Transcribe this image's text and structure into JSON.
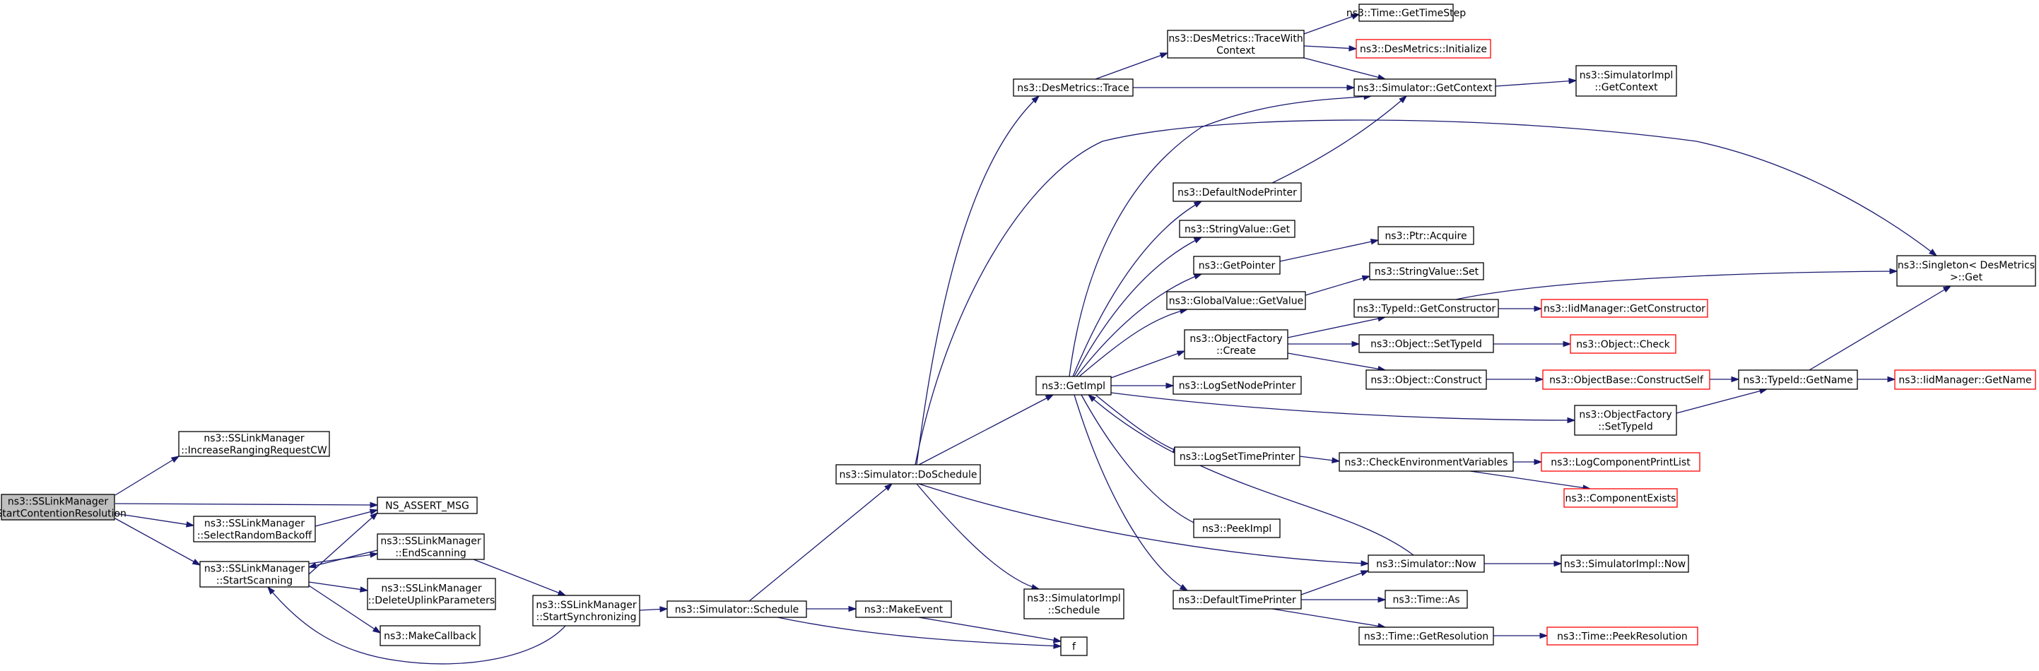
{
  "colors": {
    "edge": "#191970",
    "node_border": "#000000",
    "truncated_border": "#ff0000",
    "root_fill": "#bfbfbf",
    "background": "#ffffff"
  },
  "nodes": [
    {
      "id": "root",
      "lines": [
        "ns3::SSLinkManager",
        "::StartContentionResolution"
      ]
    },
    {
      "id": "incRanging",
      "lines": [
        "ns3::SSLinkManager",
        "::IncreaseRangingRequestCW"
      ]
    },
    {
      "id": "assert",
      "lines": [
        "NS_ASSERT_MSG"
      ]
    },
    {
      "id": "selectBackoff",
      "lines": [
        "ns3::SSLinkManager",
        "::SelectRandomBackoff"
      ]
    },
    {
      "id": "endScanning",
      "lines": [
        "ns3::SSLinkManager",
        "::EndScanning"
      ]
    },
    {
      "id": "startScanning",
      "lines": [
        "ns3::SSLinkManager",
        "::StartScanning"
      ]
    },
    {
      "id": "deleteUplink",
      "lines": [
        "ns3::SSLinkManager",
        "::DeleteUplinkParameters"
      ]
    },
    {
      "id": "makeCallback",
      "lines": [
        "ns3::MakeCallback"
      ]
    },
    {
      "id": "startSync",
      "lines": [
        "ns3::SSLinkManager",
        "::StartSynchronizing"
      ]
    },
    {
      "id": "schedule",
      "lines": [
        "ns3::Simulator::Schedule"
      ]
    },
    {
      "id": "makeEvent",
      "lines": [
        "ns3::MakeEvent"
      ]
    },
    {
      "id": "f",
      "lines": [
        "f"
      ]
    },
    {
      "id": "doSchedule",
      "lines": [
        "ns3::Simulator::DoSchedule"
      ]
    },
    {
      "id": "implSchedule",
      "lines": [
        "ns3::SimulatorImpl",
        "::Schedule"
      ]
    },
    {
      "id": "desTrace",
      "lines": [
        "ns3::DesMetrics::Trace"
      ]
    },
    {
      "id": "getImpl",
      "lines": [
        "ns3::GetImpl"
      ]
    },
    {
      "id": "traceWithCtx",
      "lines": [
        "ns3::DesMetrics::TraceWith",
        "Context"
      ]
    },
    {
      "id": "getTimeStep",
      "lines": [
        "ns3::Time::GetTimeStep"
      ]
    },
    {
      "id": "desInit",
      "lines": [
        "ns3::DesMetrics::Initialize"
      ],
      "truncated": true
    },
    {
      "id": "getContext",
      "lines": [
        "ns3::Simulator::GetContext"
      ]
    },
    {
      "id": "implGetContext",
      "lines": [
        "ns3::SimulatorImpl",
        "::GetContext"
      ]
    },
    {
      "id": "singletonGet",
      "lines": [
        "ns3::Singleton< DesMetrics",
        " >::Get"
      ]
    },
    {
      "id": "defNodePrinter",
      "lines": [
        "ns3::DefaultNodePrinter"
      ]
    },
    {
      "id": "strValGet",
      "lines": [
        "ns3::StringValue::Get"
      ]
    },
    {
      "id": "getPointer",
      "lines": [
        "ns3::GetPointer"
      ]
    },
    {
      "id": "ptrAcquire",
      "lines": [
        "ns3::Ptr::Acquire"
      ]
    },
    {
      "id": "globalGetValue",
      "lines": [
        "ns3::GlobalValue::GetValue"
      ]
    },
    {
      "id": "strValSet",
      "lines": [
        "ns3::StringValue::Set"
      ]
    },
    {
      "id": "typeIdGetCtor",
      "lines": [
        "ns3::TypeId::GetConstructor"
      ]
    },
    {
      "id": "iidGetCtor",
      "lines": [
        "ns3::IidManager::GetConstructor"
      ],
      "truncated": true
    },
    {
      "id": "objFactoryCreate",
      "lines": [
        "ns3::ObjectFactory",
        "::Create"
      ]
    },
    {
      "id": "objSetTypeId",
      "lines": [
        "ns3::Object::SetTypeId"
      ]
    },
    {
      "id": "objCheck",
      "lines": [
        "ns3::Object::Check"
      ],
      "truncated": true
    },
    {
      "id": "objConstruct",
      "lines": [
        "ns3::Object::Construct"
      ]
    },
    {
      "id": "constructSelf",
      "lines": [
        "ns3::ObjectBase::ConstructSelf"
      ],
      "truncated": true
    },
    {
      "id": "typeIdGetName",
      "lines": [
        "ns3::TypeId::GetName"
      ]
    },
    {
      "id": "iidGetName",
      "lines": [
        "ns3::IidManager::GetName"
      ],
      "truncated": true
    },
    {
      "id": "logSetNodePrinter",
      "lines": [
        "ns3::LogSetNodePrinter"
      ]
    },
    {
      "id": "objFactorySetTypeId",
      "lines": [
        "ns3::ObjectFactory",
        "::SetTypeId"
      ]
    },
    {
      "id": "logSetTimePrinter",
      "lines": [
        "ns3::LogSetTimePrinter"
      ]
    },
    {
      "id": "checkEnvVars",
      "lines": [
        "ns3::CheckEnvironmentVariables"
      ]
    },
    {
      "id": "logCompPrintList",
      "lines": [
        "ns3::LogComponentPrintList"
      ],
      "truncated": true
    },
    {
      "id": "compExists",
      "lines": [
        "ns3::ComponentExists"
      ],
      "truncated": true
    },
    {
      "id": "peekImpl",
      "lines": [
        "ns3::PeekImpl"
      ]
    },
    {
      "id": "simNow",
      "lines": [
        "ns3::Simulator::Now"
      ]
    },
    {
      "id": "implNow",
      "lines": [
        "ns3::SimulatorImpl::Now"
      ]
    },
    {
      "id": "defTimePrinter",
      "lines": [
        "ns3::DefaultTimePrinter"
      ]
    },
    {
      "id": "timeAs",
      "lines": [
        "ns3::Time::As"
      ]
    },
    {
      "id": "timeGetRes",
      "lines": [
        "ns3::Time::GetResolution"
      ]
    },
    {
      "id": "peekRes",
      "lines": [
        "ns3::Time::PeekResolution"
      ],
      "truncated": true
    }
  ]
}
